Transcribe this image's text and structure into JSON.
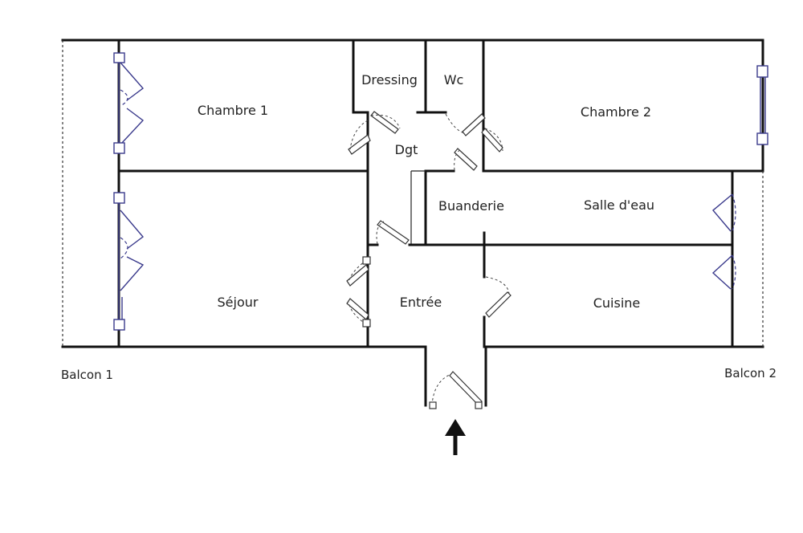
{
  "rooms": {
    "chambre1": "Chambre 1",
    "chambre2": "Chambre 2",
    "dressing": "Dressing",
    "wc": "Wc",
    "dgt": "Dgt",
    "buanderie": "Buanderie",
    "salle_deau": "Salle d'eau",
    "sejour": "Séjour",
    "entree": "Entrée",
    "cuisine": "Cuisine"
  },
  "outside": {
    "balcon1": "Balcon 1",
    "balcon2": "Balcon 2"
  },
  "colors": {
    "wall": "#111111",
    "window": "#3a3a8c"
  }
}
